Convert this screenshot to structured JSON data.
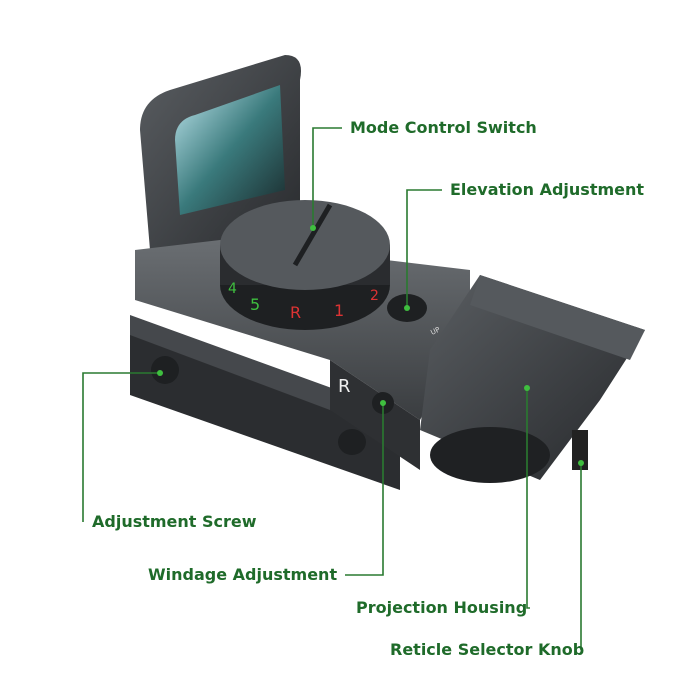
{
  "colors": {
    "label": "#1f6b2a",
    "leader": "#2a7a30",
    "body": "#3a3d40"
  },
  "dial_numbers": [
    "4",
    "5",
    "R",
    "1",
    "2"
  ],
  "engraving": {
    "side_letter": "R",
    "up_mark": "UP"
  },
  "labels": {
    "mode_control_switch": "Mode Control Switch",
    "elevation_adjustment": "Elevation Adjustment",
    "adjustment_screw": "Adjustment Screw",
    "windage_adjustment": "Windage Adjustment",
    "projection_housing": "Projection Housing",
    "reticle_selector_knob": "Reticle Selector Knob"
  }
}
